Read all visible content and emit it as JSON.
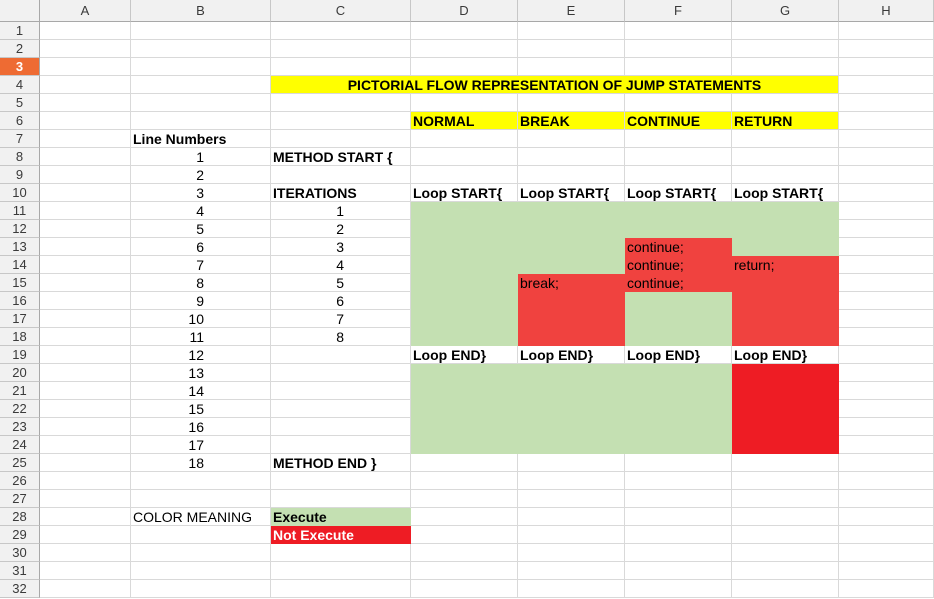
{
  "columns": [
    "A",
    "B",
    "C",
    "D",
    "E",
    "F",
    "G",
    "H"
  ],
  "selected_row": 3,
  "rows": 32,
  "colors": {
    "execute": "#c4e0b2",
    "not_execute": "#f0423f",
    "not_execute_after": "#ee1c24",
    "header_yellow": "#ffff00"
  },
  "title": "PICTORIAL FLOW REPRESENTATION OF JUMP STATEMENTS",
  "headers": {
    "normal": "NORMAL",
    "break": "BREAK",
    "continue": "CONTINUE",
    "return": "RETURN"
  },
  "line_numbers_label": "Line Numbers",
  "line_numbers": [
    "1",
    "2",
    "3",
    "4",
    "5",
    "6",
    "7",
    "8",
    "9",
    "10",
    "11",
    "12",
    "13",
    "14",
    "15",
    "16",
    "17",
    "18"
  ],
  "method_start": "METHOD START {",
  "iterations_label": "ITERATIONS",
  "iterations": [
    "1",
    "2",
    "3",
    "4",
    "5",
    "6",
    "7",
    "8"
  ],
  "loop_start": "Loop START{",
  "loop_end": "Loop END}",
  "stmt_break": "break;",
  "stmt_continue": "continue;",
  "stmt_return": "return;",
  "method_end": "METHOD END }",
  "legend": {
    "label": "COLOR MEANING",
    "execute": "Execute",
    "not_execute": "Not Execute"
  }
}
